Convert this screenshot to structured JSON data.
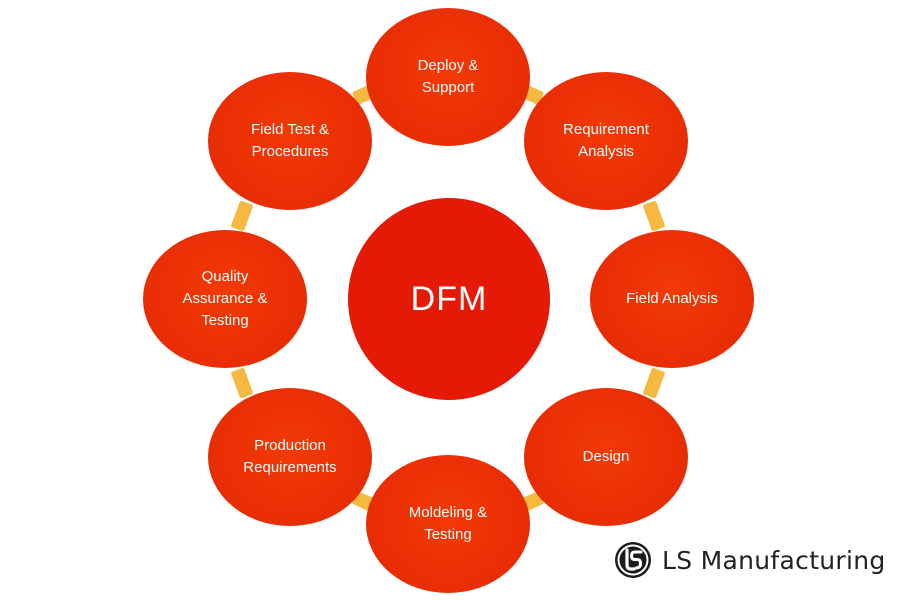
{
  "center": {
    "label": "DFM"
  },
  "nodes": [
    {
      "id": "deploy",
      "label": "Deploy &\nSupport"
    },
    {
      "id": "requirement",
      "label": "Requirement\nAnalysis"
    },
    {
      "id": "field-analysis",
      "label": "Field Analysis"
    },
    {
      "id": "design",
      "label": "Design"
    },
    {
      "id": "moldeling",
      "label": "Moldeling &\nTesting"
    },
    {
      "id": "production",
      "label": "Production\nRequirements"
    },
    {
      "id": "quality",
      "label": "Quality\nAssurance &\nTesting"
    },
    {
      "id": "field-test",
      "label": "Field Test &\nProcedures"
    }
  ],
  "brand": {
    "name": "LS Manufacturing",
    "logo_icon": "ls-logo-icon"
  },
  "colors": {
    "node": "#e82d04",
    "center": "#e41a07",
    "connector": "#f5b942"
  }
}
